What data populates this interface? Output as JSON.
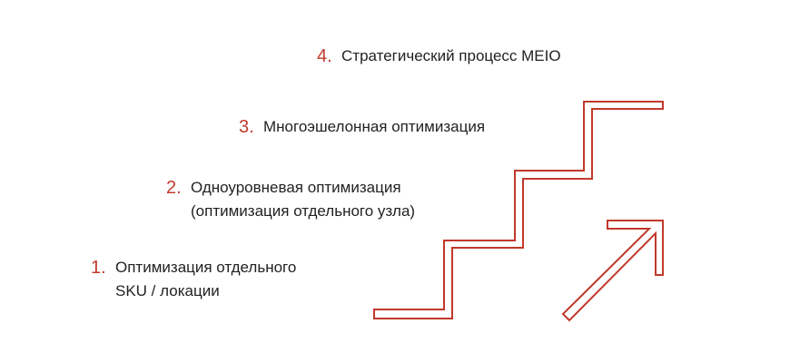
{
  "steps": [
    {
      "num": "1.",
      "text": "Оптимизация отдельного\nSKU / локации"
    },
    {
      "num": "2.",
      "text": "Одноуровневая оптимизация\n(оптимизация отдельного узла)"
    },
    {
      "num": "3.",
      "text": "Многоэшелонная оптимизация"
    },
    {
      "num": "4.",
      "text": "Стратегический процесс MEIO"
    }
  ],
  "colors": {
    "accent": "#c0392b"
  }
}
